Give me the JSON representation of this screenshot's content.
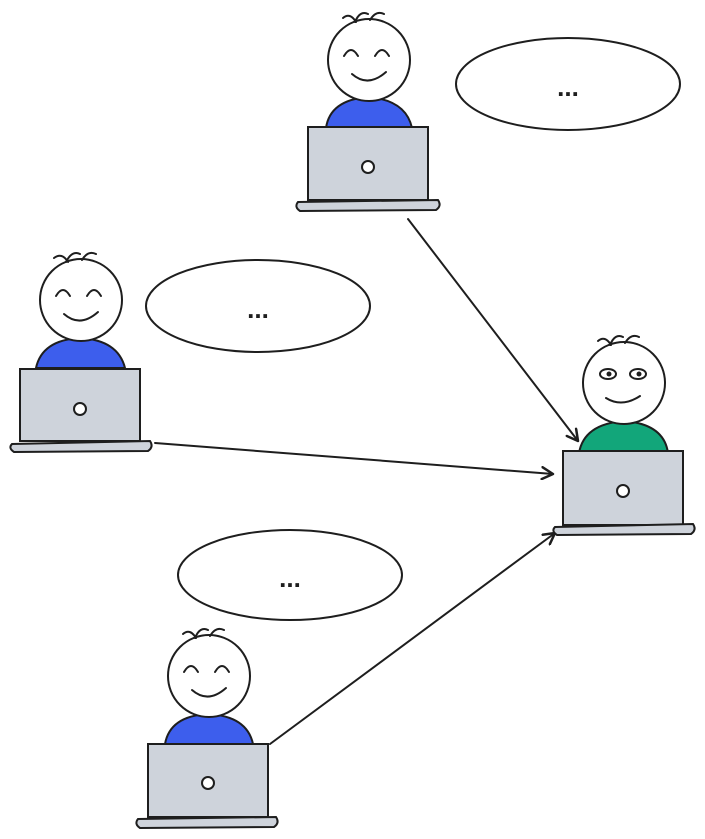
{
  "colors": {
    "sender_shirt": "#3d5eed",
    "receiver_shirt": "#12a67a",
    "laptop": "#ced3db",
    "outline": "#1e1e1e"
  },
  "senders": [
    {
      "name": "sender-top",
      "face": "happy-closed-eyes",
      "bubble_text": "..."
    },
    {
      "name": "sender-middle",
      "face": "happy-closed-eyes",
      "bubble_text": "..."
    },
    {
      "name": "sender-bottom",
      "face": "happy-closed-eyes",
      "bubble_text": "..."
    }
  ],
  "receiver": {
    "name": "receiver",
    "face": "open-eyes"
  },
  "connections": [
    {
      "from": "sender-top",
      "to": "receiver"
    },
    {
      "from": "sender-middle",
      "to": "receiver"
    },
    {
      "from": "sender-bottom",
      "to": "receiver"
    }
  ],
  "icons": [
    "person-icon",
    "laptop-icon",
    "speech-bubble-icon",
    "arrow-icon"
  ]
}
